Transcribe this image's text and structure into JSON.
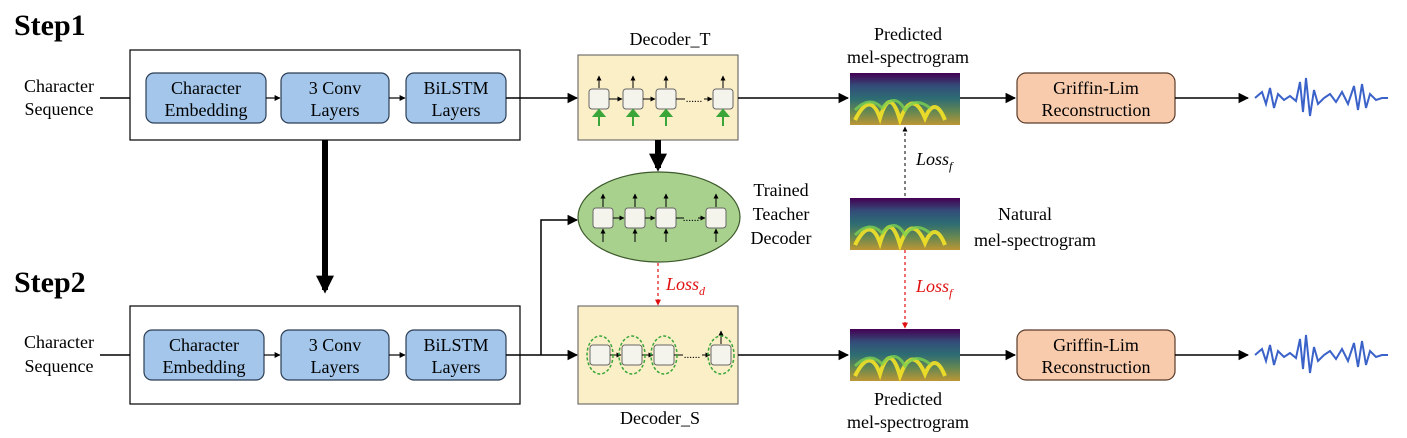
{
  "step1": {
    "title": "Step1"
  },
  "step2": {
    "title": "Step2"
  },
  "input_label": {
    "line1": "Character",
    "line2": "Sequence"
  },
  "encoder": {
    "char_embedding": {
      "line1": "Character",
      "line2": "Embedding"
    },
    "conv": {
      "line1": "3 Conv",
      "line2": "Layers"
    },
    "bilstm": {
      "line1": "BiLSTM",
      "line2": "Layers"
    }
  },
  "decoder_t": {
    "title": "Decoder_T"
  },
  "decoder_s": {
    "title": "Decoder_S"
  },
  "teacher": {
    "line1": "Trained",
    "line2": "Teacher",
    "line3": "Decoder"
  },
  "predicted_top": {
    "line1": "Predicted",
    "line2": "mel-spectrogram"
  },
  "predicted_bottom": {
    "line1": "Predicted",
    "line2": "mel-spectrogram"
  },
  "natural": {
    "line1": "Natural",
    "line2": "mel-spectrogram"
  },
  "griffin": {
    "line1": "Griffin-Lim",
    "line2": "Reconstruction"
  },
  "loss_f_top": {
    "base": "Loss",
    "sub": "f"
  },
  "loss_f_bottom": {
    "base": "Loss",
    "sub": "f"
  },
  "loss_d": {
    "base": "Loss",
    "sub": "d"
  },
  "cell_ellipsis": "......",
  "colors": {
    "encoder_block": "#a3c6ea",
    "decoder_bg": "#fbefc8",
    "teacher_fill": "#a9d18e",
    "griffin_fill": "#f8cbad",
    "loss_red": "#e01010",
    "cell_arrow_green": "#3aa63a",
    "waveform": "#3a62c9"
  }
}
